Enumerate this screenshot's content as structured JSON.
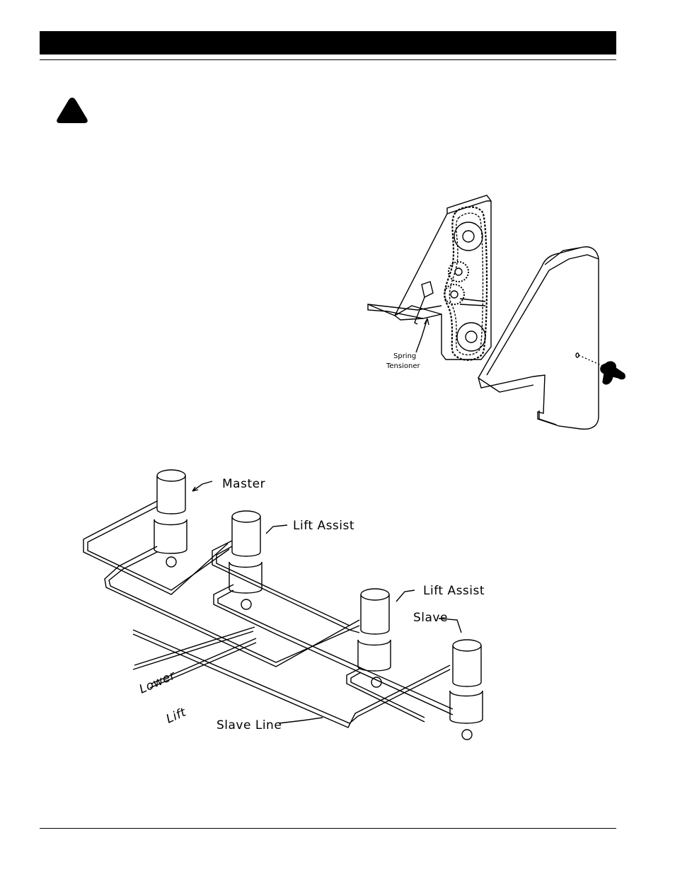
{
  "figure_top": {
    "label_spring_1": "Spring",
    "label_spring_2": "Tensioner"
  },
  "figure_bottom": {
    "label_master": "Master",
    "label_lift_assist_1": "Lift Assist",
    "label_lift_assist_2": "Lift Assist",
    "label_slave": "Slave",
    "label_lower": "Lower",
    "label_lift": "Lift",
    "label_slave_line": "Slave Line"
  },
  "icons": {
    "warning": "warning-triangle-icon"
  }
}
